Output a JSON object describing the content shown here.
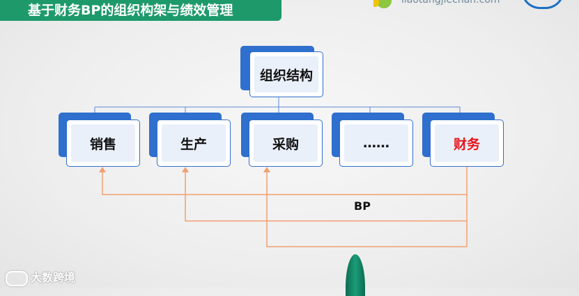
{
  "header": {
    "title": "基于财务BP的组织构架与绩效管理",
    "logo_text": "liaotangjiechan.com"
  },
  "diagram": {
    "root": {
      "label": "组织结构"
    },
    "departments": [
      {
        "label": "销售",
        "color": "#111111"
      },
      {
        "label": "生产",
        "color": "#111111"
      },
      {
        "label": "采购",
        "color": "#111111"
      },
      {
        "label": "……",
        "color": "#111111"
      },
      {
        "label": "财务",
        "color": "#e8141b"
      }
    ],
    "bp_label": "BP",
    "connector_color": "#f0a070",
    "tree_line_color": "#5a8ad6"
  },
  "watermark": {
    "text": "大数跨境"
  }
}
